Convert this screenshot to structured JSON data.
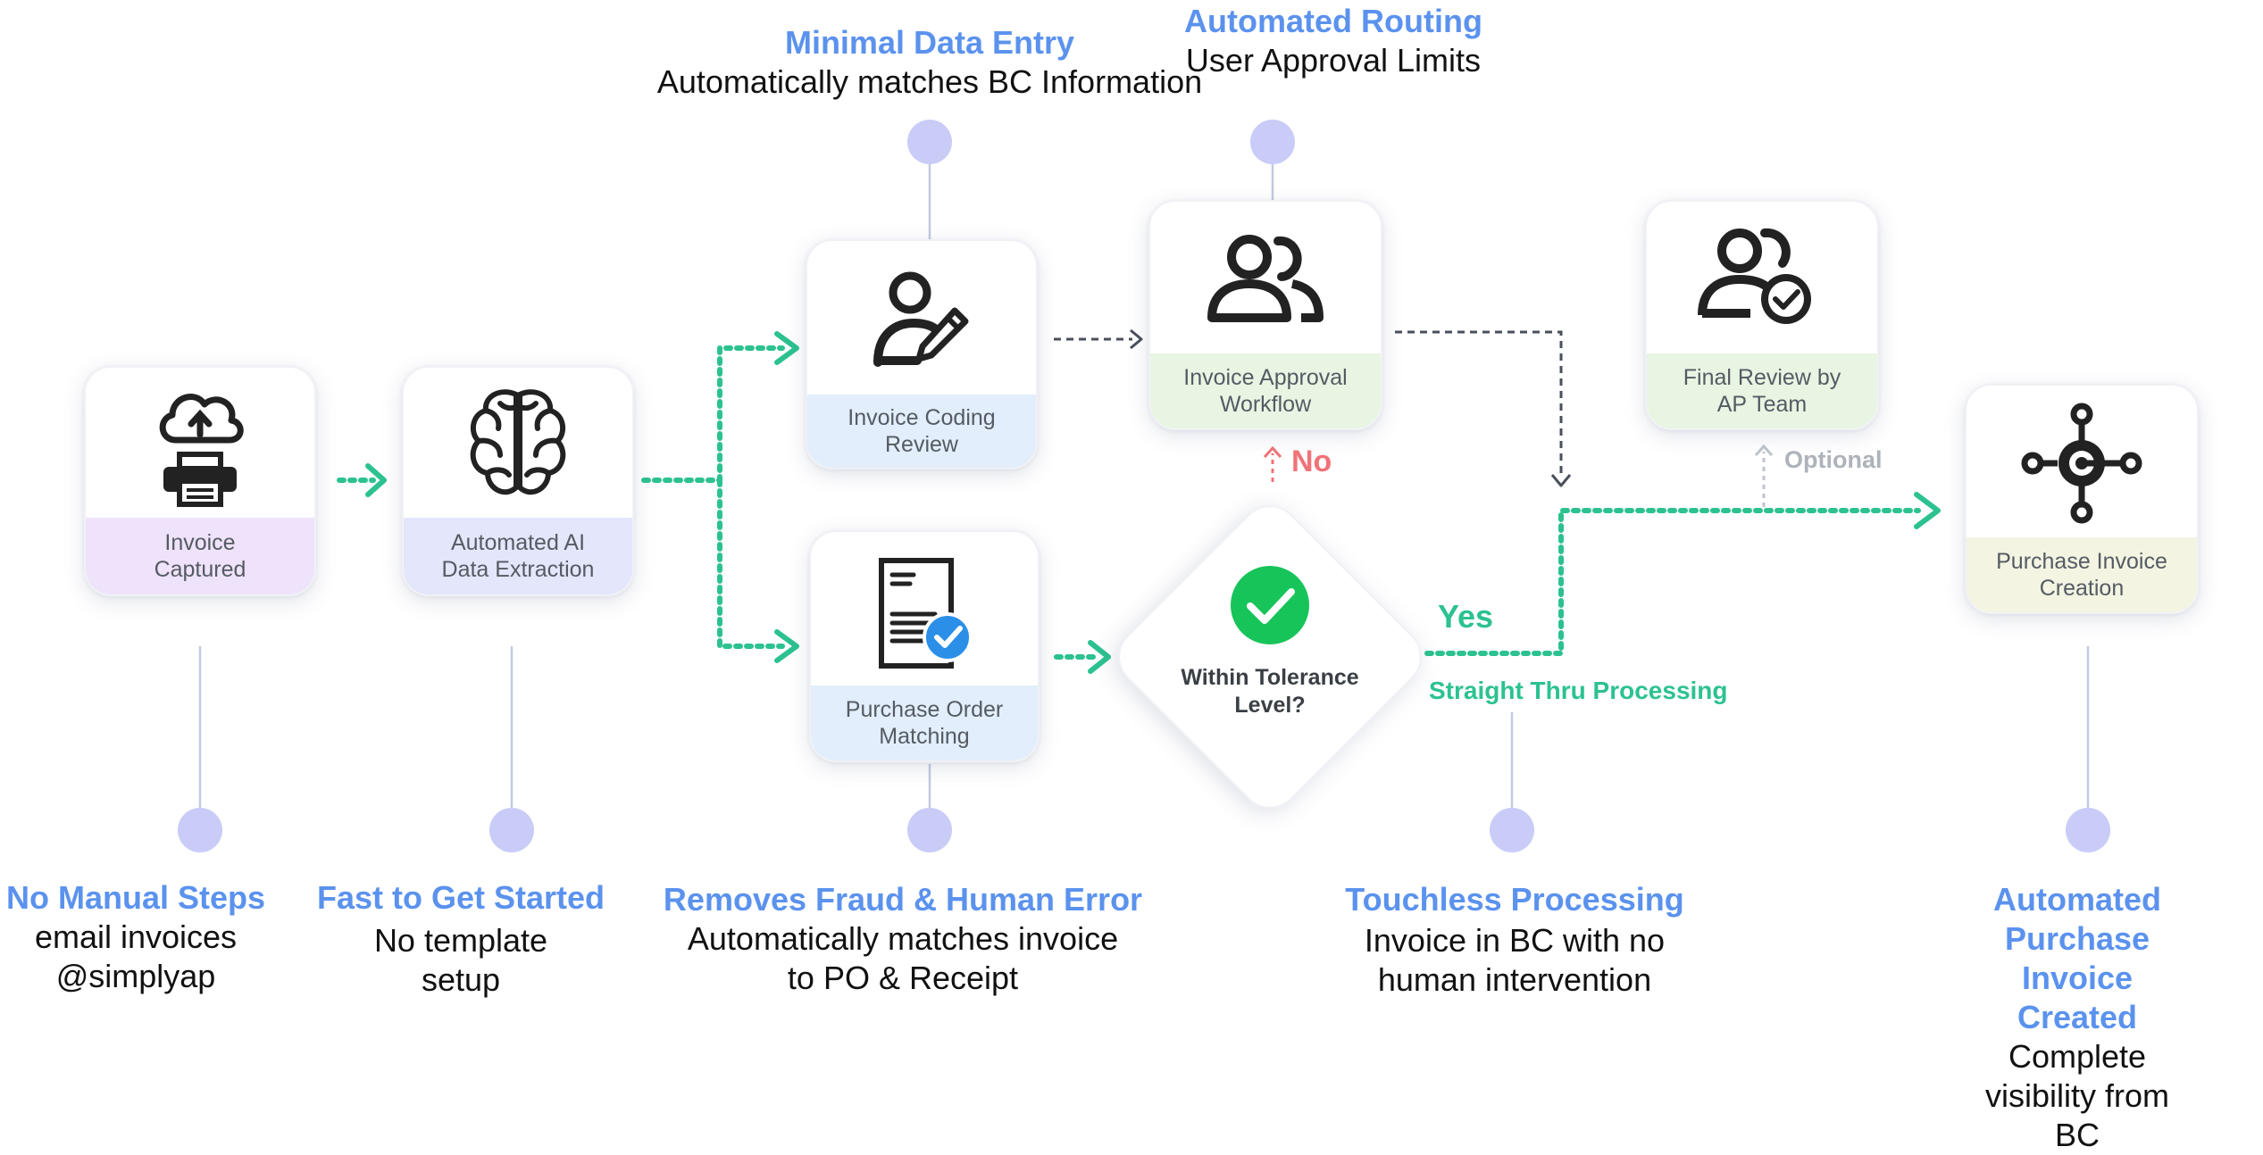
{
  "steps": {
    "invoice_captured": {
      "label": "Invoice\nCaptured"
    },
    "ai_extraction": {
      "label": "Automated AI\nData Extraction"
    },
    "coding_review": {
      "label": "Invoice Coding\nReview"
    },
    "po_matching": {
      "label": "Purchase Order\nMatching"
    },
    "approval_workflow": {
      "label": "Invoice Approval\nWorkflow"
    },
    "final_review": {
      "label": "Final Review by\nAP Team"
    },
    "purchase_invoice": {
      "label": "Purchase Invoice\nCreation"
    }
  },
  "decision": {
    "label": "Within Tolerance\nLevel?"
  },
  "flow_labels": {
    "no": "No",
    "yes": "Yes",
    "optional": "Optional",
    "straight_thru": "Straight Thru Processing"
  },
  "callouts": {
    "minimal_data_entry": {
      "title": "Minimal Data Entry",
      "desc": "Automatically matches BC Information"
    },
    "automated_routing": {
      "title": "Automated Routing",
      "desc": "User Approval Limits"
    },
    "no_manual_steps": {
      "title": "No Manual Steps",
      "desc": "email invoices\n@simplyap"
    },
    "fast_to_get_started": {
      "title": "Fast to Get Started",
      "desc": "No template\nsetup"
    },
    "removes_fraud": {
      "title": "Removes Fraud & Human Error",
      "desc": "Automatically matches invoice\nto PO & Receipt"
    },
    "touchless_processing": {
      "title": "Touchless Processing",
      "desc": "Invoice in BC with no\nhuman intervention"
    },
    "automated_purchase_invoice": {
      "title": "Automated Purchase\nInvoice Created",
      "desc": "Complete visibility from BC"
    }
  },
  "colors": {
    "accent_blue": "#5b92ee",
    "flow_green": "#2cc28f",
    "no_red": "#f07378",
    "dot_lavender": "#c9ccf7",
    "dark_dashed": "#4a4f5c",
    "check_green": "#17c45a",
    "badge_blue": "#2b8fe8"
  },
  "icons": {
    "invoice_captured": [
      "cloud-upload-icon",
      "printer-icon"
    ],
    "ai_extraction": "brain-icon",
    "coding_review": "user-edit-icon",
    "po_matching": "document-check-icon",
    "approval_workflow": "users-icon",
    "final_review": "user-check-icon",
    "purchase_invoice": "business-central-hub-icon",
    "decision": "check-circle-icon"
  }
}
